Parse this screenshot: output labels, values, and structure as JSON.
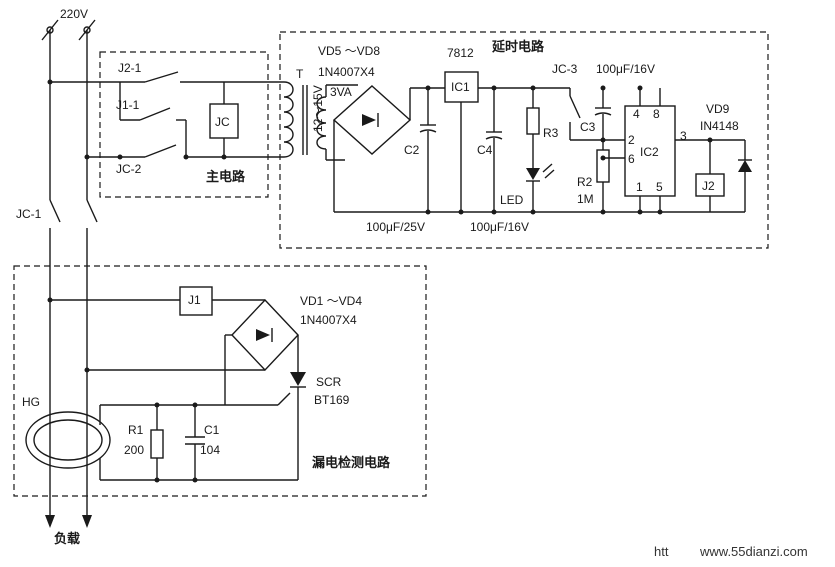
{
  "labels": {
    "supply": "220V",
    "j2_1": "J2-1",
    "j1_1": "J1-1",
    "jc": "JC",
    "jc_2": "JC-2",
    "main_circuit": "主电路",
    "transformer": "T",
    "bridge_top": "VD5 ～VD8",
    "bridge_top_part": "1N4007X4",
    "va": "3VA",
    "sec_voltage": "12～15V",
    "c2": "C2",
    "c2_value": "100μF/25V",
    "ic1_part": "7812",
    "ic1": "IC1",
    "delay_circuit": "延时电路",
    "c4": "C4",
    "c4_value": "100μF/16V",
    "r3": "R3",
    "led": "LED",
    "jc_3": "JC-3",
    "c3_value": "100μF/16V",
    "c3": "C3",
    "r2": "R2",
    "r2_value": "1M",
    "ic2": "IC2",
    "pin4": "4",
    "pin8": "8",
    "pin2": "2",
    "pin6": "6",
    "pin3": "3",
    "pin1": "1",
    "pin5": "5",
    "vd9": "VD9",
    "vd9_part": "IN4148",
    "j2": "J2",
    "jc_1": "JC-1",
    "j1": "J1",
    "bridge_bot": "VD1 ～VD4",
    "bridge_bot_part": "1N4007X4",
    "scr": "SCR",
    "scr_part": "BT169",
    "hg": "HG",
    "r1": "R1",
    "r1_value": "200",
    "c1": "C1",
    "c1_value": "104",
    "leak_circuit": "漏电检测电路",
    "load": "负载",
    "watermark_a": "htt",
    "watermark_b": "www.55dianzi.com"
  }
}
